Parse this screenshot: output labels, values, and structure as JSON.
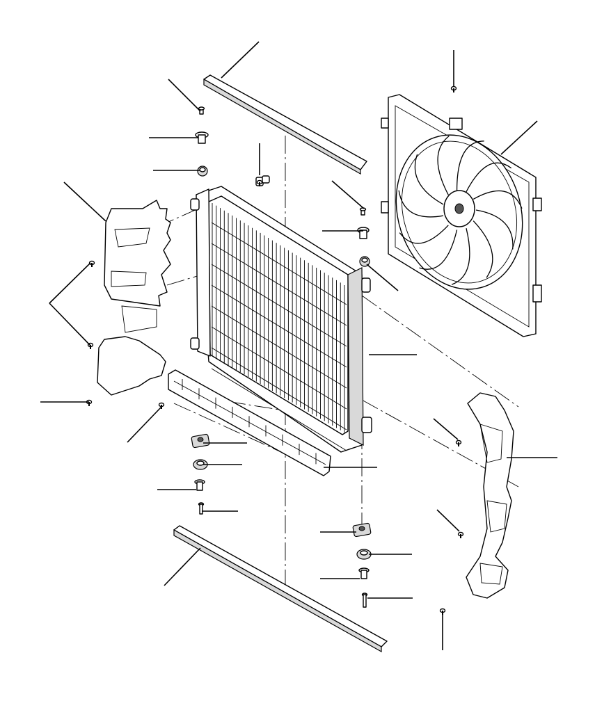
{
  "diagram": {
    "type": "exploded-parts-view",
    "parts": [
      "upper-seal-strip",
      "lower-seal-strip",
      "radiator-core",
      "cooling-fan-shroud",
      "fan-blade-assembly",
      "left-air-deflector",
      "right-air-deflector",
      "lower-support-bracket",
      "mounting-bushings",
      "mounting-screws",
      "temperature-sensor"
    ],
    "callout_count": 27,
    "colors": {
      "line": "#000000",
      "background": "#ffffff",
      "shade": "#d9d9d9"
    }
  }
}
